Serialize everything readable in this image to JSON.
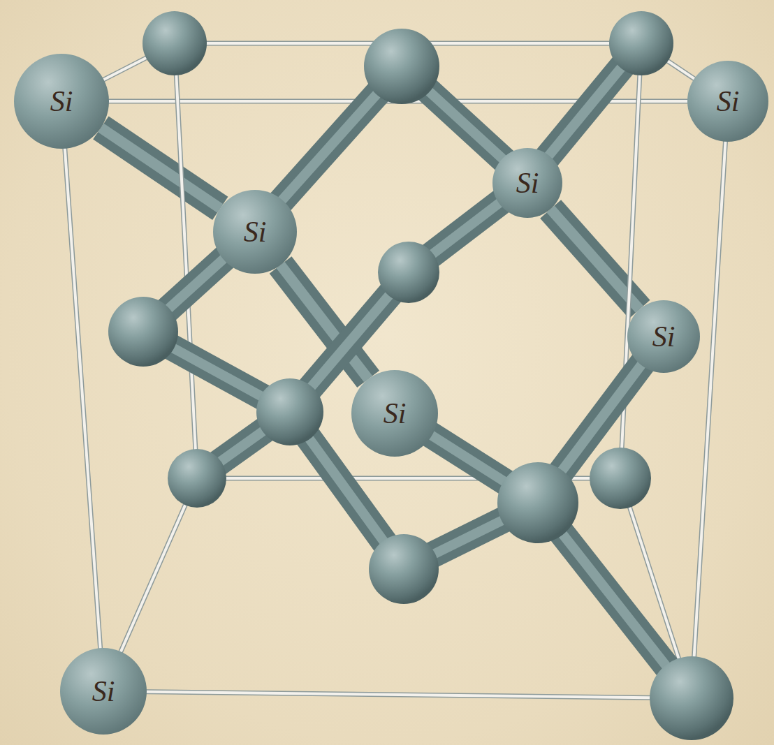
{
  "diagram": {
    "nodes": [
      {
        "text": [
          "Si"
        ]
      },
      {
        "text": [
          "Si"
        ]
      },
      {
        "text": [
          "Si"
        ]
      },
      {
        "text": [
          "Si"
        ]
      },
      {
        "text": [
          "Si"
        ]
      },
      {
        "text": [
          "Si"
        ]
      },
      {
        "text": [
          "Si"
        ]
      }
    ],
    "edges": [
      {
        "from": 0,
        "to": 1,
        "arrow": "none"
      },
      {
        "from": 0,
        "to": 6,
        "arrow": "none"
      },
      {
        "from": 0,
        "to": 3,
        "arrow": "none"
      },
      {
        "from": 3,
        "to": 5,
        "arrow": "none"
      },
      {
        "from": 2,
        "to": 4,
        "arrow": "none"
      }
    ]
  }
}
